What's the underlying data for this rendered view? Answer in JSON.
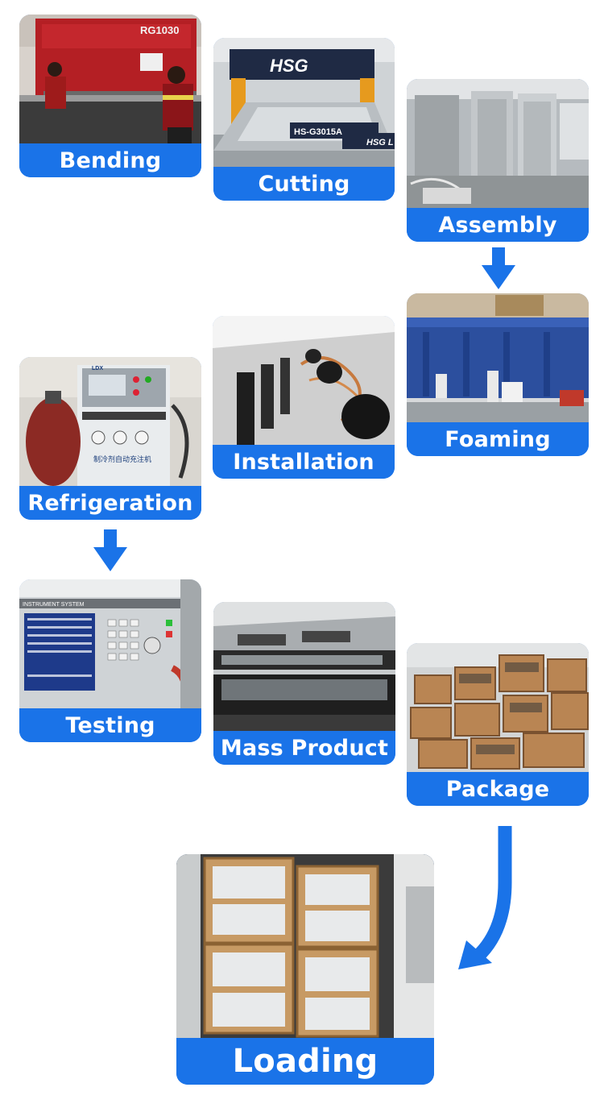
{
  "colors": {
    "accent": "#1a73e8",
    "background": "#ffffff"
  },
  "steps": [
    {
      "id": "bending",
      "label": "Bending"
    },
    {
      "id": "cutting",
      "label": "Cutting"
    },
    {
      "id": "assembly",
      "label": "Assembly"
    },
    {
      "id": "foaming",
      "label": "Foaming"
    },
    {
      "id": "installation",
      "label": "Installation"
    },
    {
      "id": "refrigeration",
      "label": "Refrigeration"
    },
    {
      "id": "testing",
      "label": "Testing"
    },
    {
      "id": "mass",
      "label": "Mass Product"
    },
    {
      "id": "package",
      "label": "Package"
    },
    {
      "id": "loading",
      "label": "Loading"
    }
  ],
  "photo_text": {
    "bending_machine": "RG1030",
    "cutting_machine_top": "HSG",
    "cutting_machine_model": "HS-G3015A",
    "cutting_machine_side": "HSG L",
    "refrigeration_brand": "LDX",
    "refrigeration_machine_caption": "制冷剂自动充注机",
    "testing_panel_header": "INSTRUMENT SYSTEM"
  }
}
